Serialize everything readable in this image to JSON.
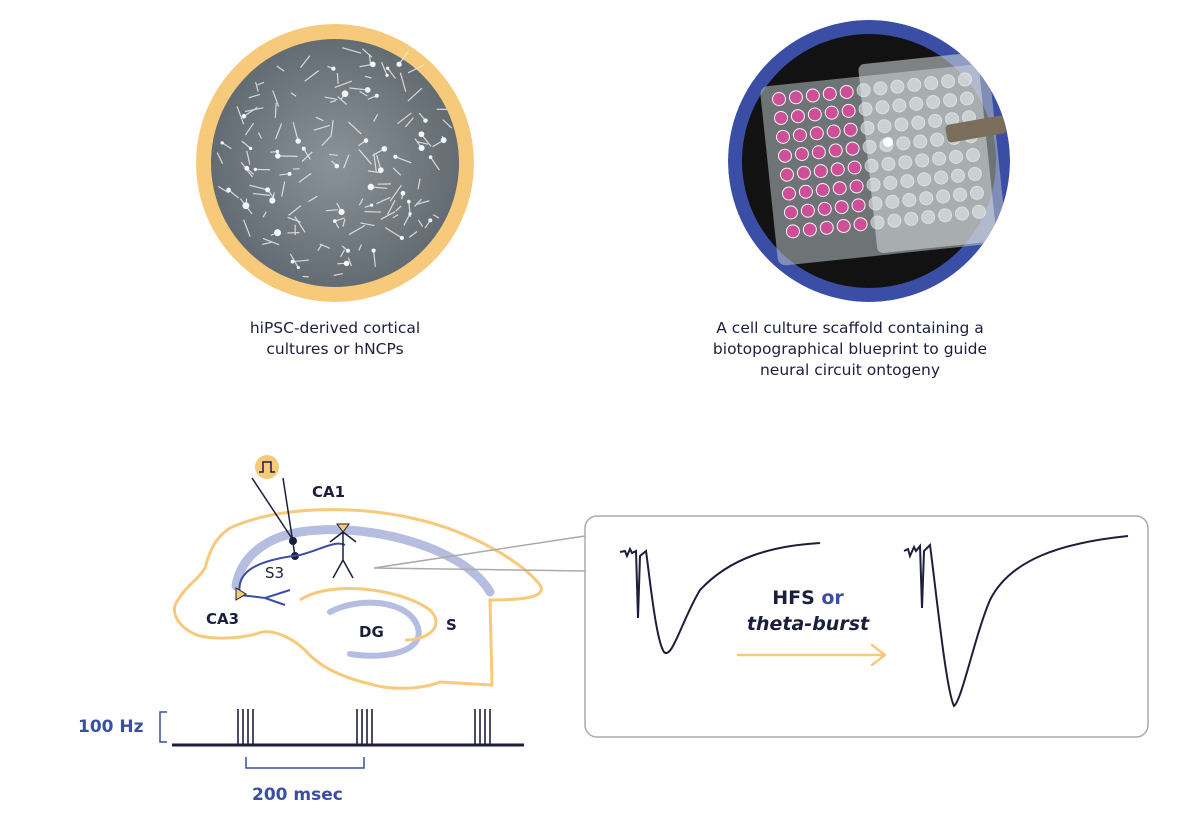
{
  "panels": {
    "left": {
      "caption_lines": [
        "hiPSC-derived cortical",
        "cultures or hNCPs"
      ],
      "ring_color": "#f7c97a"
    },
    "right": {
      "caption_lines": [
        "A cell culture scaffold containing a",
        "biotopographical blueprint to guide",
        "neural circuit ontogeny"
      ],
      "ring_color": "#3b4ea5"
    }
  },
  "hippocampus": {
    "labels": {
      "ca1": "CA1",
      "ca3": "CA3",
      "s3": "S3",
      "dg": "DG",
      "s": "S"
    },
    "outline_color": "#f7c97a",
    "pathway_color": "#b5bde0",
    "neuron_color": "#3b4ea5"
  },
  "stimulus": {
    "rate_label": "100 Hz",
    "interval_label": "200 msec",
    "bursts": 3,
    "pulses_per_burst": 4
  },
  "recording": {
    "protocol_line1_a": "HFS ",
    "protocol_line1_b": "or",
    "protocol_line2": "theta-burst",
    "arrow_color": "#f7c97a"
  },
  "colors": {
    "navy": "#1c1f3b",
    "blue": "#3b4ea5",
    "orange": "#f7c97a",
    "box_border": "#aaaaaa"
  }
}
